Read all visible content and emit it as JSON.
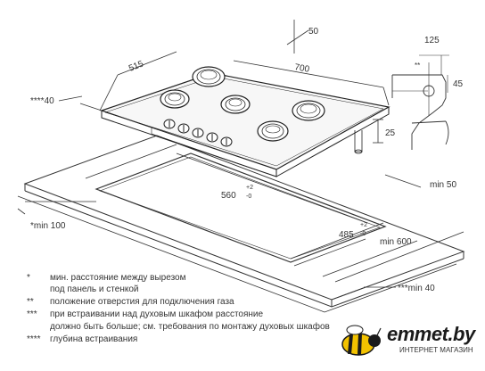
{
  "dimensions": {
    "d50_top": "50",
    "d515": "515",
    "d700": "700",
    "d125": "125",
    "d_star2": "**",
    "d45": "45",
    "d_star4_40": "****40",
    "d25": "25",
    "d_min50": "min 50",
    "d560": "560",
    "d560_tol_plus": "+2",
    "d560_tol_minus": "-0",
    "d_min100": "*min 100",
    "d485": "485",
    "d485_tol_plus": "+2",
    "d485_tol_minus": "-0",
    "d_min600": "min 600",
    "d_min40": "***min 40"
  },
  "notes": [
    {
      "mark": "*",
      "text": "мин. расстояние между вырезом"
    },
    {
      "mark": "",
      "text": "под панель и стенкой"
    },
    {
      "mark": "**",
      "text": "положение отверстия для подключения газа"
    },
    {
      "mark": "***",
      "text": "при встраивании над духовым шкафом расстояние"
    },
    {
      "mark": "",
      "text": "должно быть больше; см. требования по монтажу духовых шкафов"
    },
    {
      "mark": "****",
      "text": "глубина встраивания"
    }
  ],
  "brand": {
    "name": "emmet.by",
    "tagline": "ИНТЕРНЕТ МАГАЗИН",
    "colors": {
      "yellow": "#f2c200",
      "dark": "#1a1a1a"
    }
  }
}
